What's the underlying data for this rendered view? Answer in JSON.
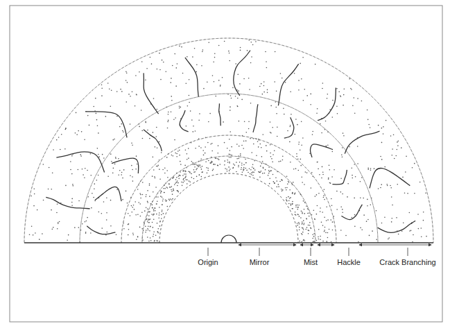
{
  "diagram": {
    "labels": [
      "Origin",
      "Mirror",
      "Mist",
      "Hackle",
      "Crack Branching"
    ]
  }
}
